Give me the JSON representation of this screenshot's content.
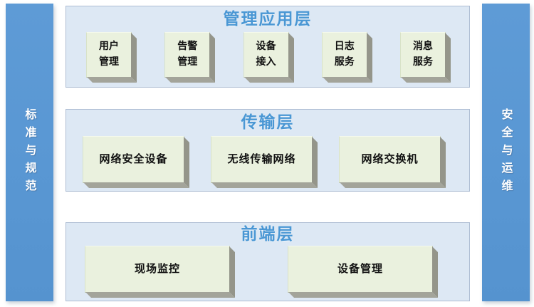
{
  "pillars": {
    "left": {
      "label": "标准与规范"
    },
    "right": {
      "label": "安全与运维"
    }
  },
  "layers": [
    {
      "id": "management-application-layer",
      "title": "管理应用层",
      "boxes": [
        {
          "label": "用户\n管理"
        },
        {
          "label": "告警\n管理"
        },
        {
          "label": "设备\n接入"
        },
        {
          "label": "日志\n服务"
        },
        {
          "label": "消息\n服务"
        }
      ]
    },
    {
      "id": "transmission-layer",
      "title": "传输层",
      "boxes": [
        {
          "label": "网络安全设备"
        },
        {
          "label": "无线传输网络"
        },
        {
          "label": "网络交换机"
        }
      ]
    },
    {
      "id": "front-end-layer",
      "title": "前端层",
      "boxes": [
        {
          "label": "现场监控"
        },
        {
          "label": "设备管理"
        }
      ]
    }
  ],
  "colors": {
    "pillar_blue": "#5997d3",
    "panel_fill": "#dde8f4",
    "panel_border": "#aebdd3",
    "title_blue": "#4a97d4",
    "box_fill": "#eaf1de",
    "box_side_gray": "#9c9d92",
    "box_text": "#111111",
    "pillar_text": "#ffffff"
  }
}
